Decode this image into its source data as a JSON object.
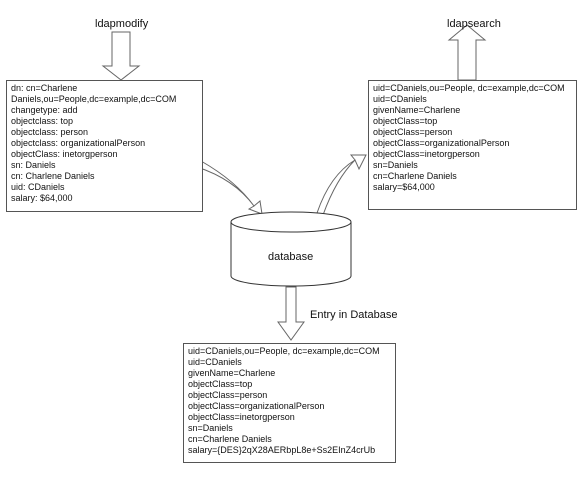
{
  "labels": {
    "ldapmodify": "ldapmodify",
    "ldapsearch": "ldapsearch",
    "database": "database",
    "entry_in_database": "Entry in Database"
  },
  "ldif_input": [
    "dn: cn=Charlene",
    "Daniels,ou=People,dc=example,dc=COM",
    "changetype: add",
    "objectclass: top",
    "objectclass: person",
    "objectclass: organizationalPerson",
    "objectClass: inetorgperson",
    "sn: Daniels",
    "cn: Charlene Daniels",
    "uid: CDaniels",
    "salary: $64,000"
  ],
  "search_result": [
    "uid=CDaniels,ou=People, dc=example,dc=COM",
    "uid=CDaniels",
    "givenName=Charlene",
    "objectClass=top",
    "objectClass=person",
    "objectClass=organizationalPerson",
    "objectClass=inetorgperson",
    "sn=Daniels",
    "cn=Charlene Daniels",
    "salary=$64,000"
  ],
  "db_entry": [
    "uid=CDaniels,ou=People, dc=example,dc=COM",
    "uid=CDaniels",
    "givenName=Charlene",
    "objectClass=top",
    "objectClass=person",
    "objectClass=organizationalPerson",
    "objectClass=inetorgperson",
    "sn=Daniels",
    "cn=Charlene Daniels",
    "salary={DES}2qX28AERbpL8e+Ss2EInZ4crUb"
  ]
}
